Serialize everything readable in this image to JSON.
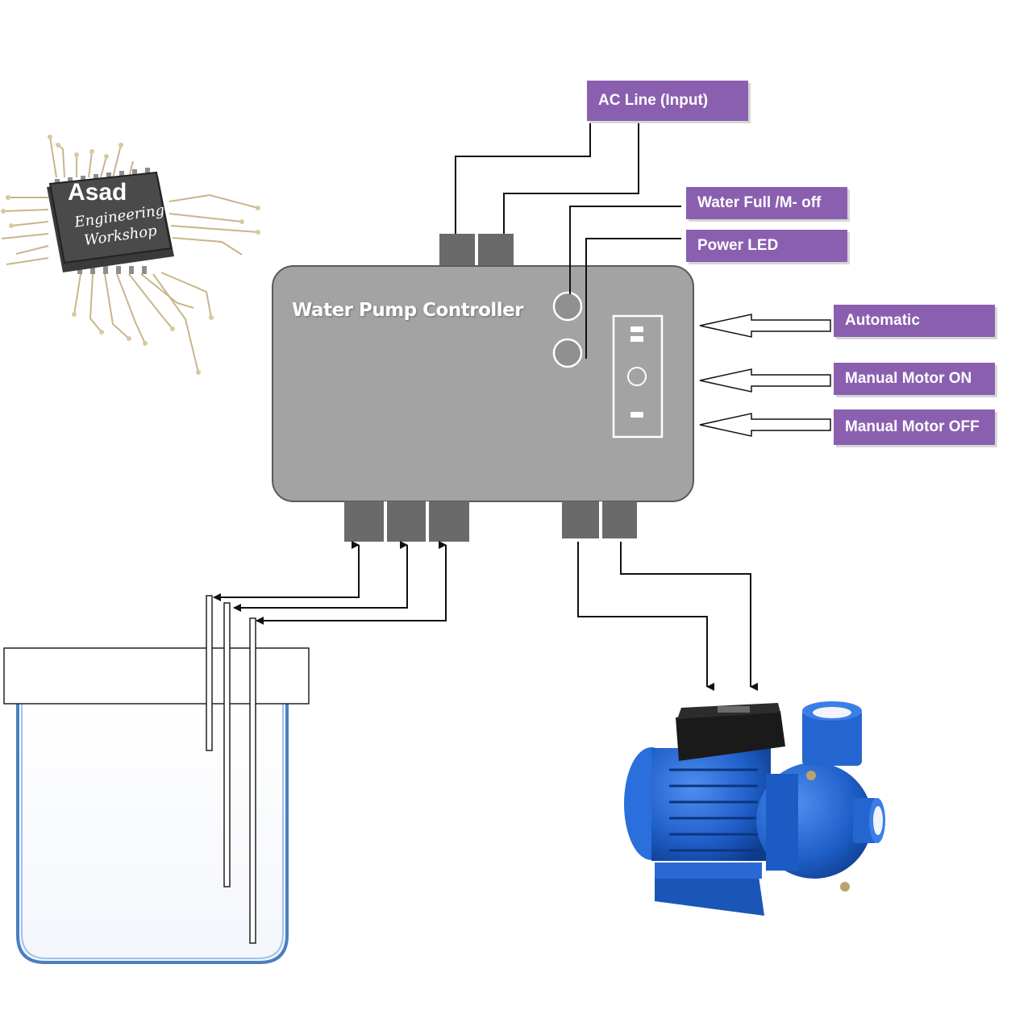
{
  "logo": {
    "line1": "Asad",
    "line2": "Engineering",
    "line3": "Workshop"
  },
  "controller": {
    "title": "Water Pump Controller"
  },
  "labels": {
    "ac_line": "AC Line (Input)",
    "water_full": "Water Full /M- off",
    "power_led": "Power LED",
    "automatic": "Automatic",
    "manual_on": "Manual Motor ON",
    "manual_off": "Manual Motor OFF"
  },
  "colors": {
    "label_bg": "#8a5fb0",
    "controller_body": "#a3a3a3",
    "terminal": "#6a6a6a",
    "tank_water_line": "#4a7fc0",
    "pump_blue": "#1f5fc8"
  }
}
